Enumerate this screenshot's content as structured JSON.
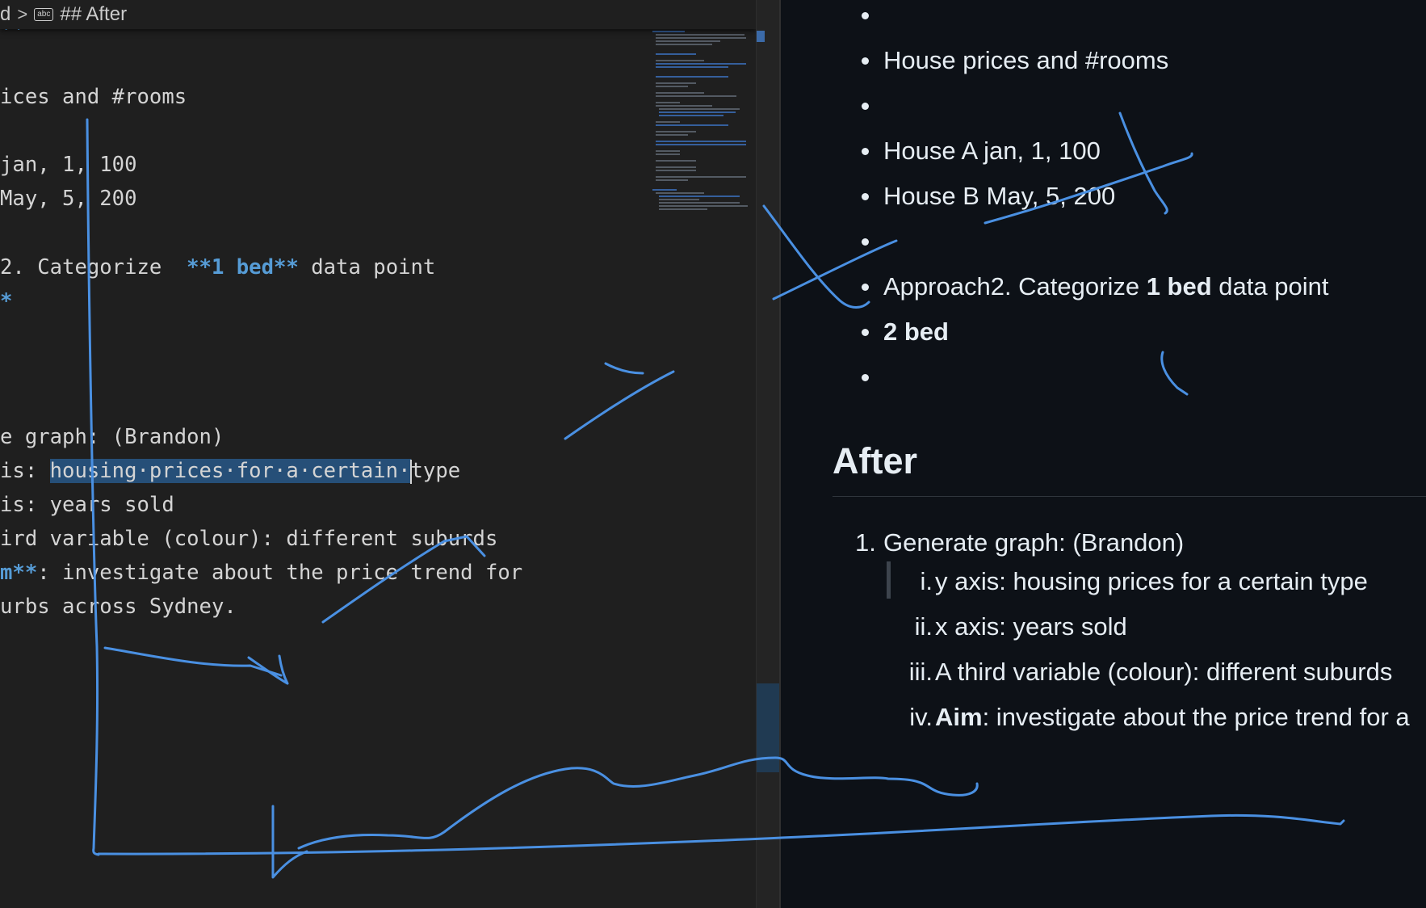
{
  "breadcrumb": {
    "prev": "d",
    "sep": ">",
    "icon_label": "abc",
    "current": "## After"
  },
  "editor": {
    "l_top": "**",
    "l_rooms": "ices and #rooms",
    "l_jan": "jan, 1, 100",
    "l_may": "May, 5, 200",
    "l_cat_a": "2. Categorize  ",
    "l_cat_b": "**1 bed**",
    "l_cat_c": " data point",
    "l_star": "*",
    "l_graph": "e graph: (Brandon)",
    "l_y_a": "is: ",
    "l_y_sel": "housing·prices·for·a·certain·",
    "l_y_b": "type",
    "l_x": "is: years sold",
    "l_third": "ird variable (colour): different suburds",
    "l_aim_a": "m**",
    "l_aim_b": ": investigate about the price trend for",
    "l_urbs": "urbs across Sydney."
  },
  "preview": {
    "b_rooms": "House prices and #rooms",
    "b_a": "House A jan, 1, 100",
    "b_b": "House B May, 5, 200",
    "b_app_a": "Approach2. Categorize ",
    "b_app_b": "1 bed",
    "b_app_c": " data point",
    "b_2bed": "2 bed",
    "heading": "After",
    "o1_num": "1.",
    "o1_text": "Generate graph: (Brandon)",
    "i_num": "i.",
    "i_text": "y axis: housing prices for a certain type",
    "ii_num": "ii.",
    "ii_text": "x axis: years sold",
    "iii_num": "iii.",
    "iii_text": "A third variable (colour): different suburds",
    "iv_num": "iv.",
    "iv_b": "Aim",
    "iv_text": ": investigate about the price trend for a"
  },
  "colors": {
    "ink": "#4a90e2",
    "markdown_bold": "#569cd6",
    "selection": "#264f78",
    "editor_bg": "#1f1f1f",
    "preview_bg": "#0d1117"
  }
}
